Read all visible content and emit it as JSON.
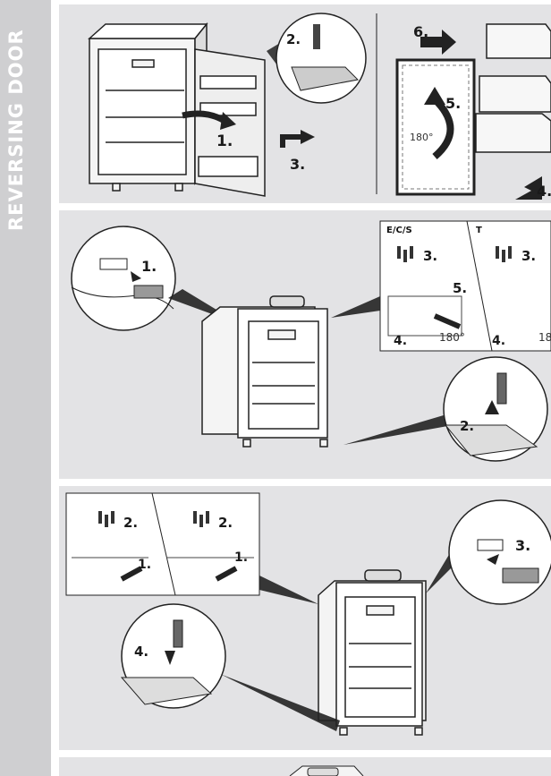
{
  "sidebar": {
    "title": "REVERSING DOOR"
  },
  "colors": {
    "sidebar": "#cfcfd1",
    "panel": "#e3e3e5",
    "ink": "#1a1a1a"
  },
  "panel1": {
    "steps": [
      "1.",
      "2.",
      "3.",
      "5.",
      "6.",
      "4."
    ],
    "angle": "180°"
  },
  "panel2": {
    "steps": [
      "1.",
      "2."
    ],
    "inset_left_title": "E/C/S",
    "inset_right_title": "T",
    "inset_left_steps": [
      "3.",
      "5.",
      "4."
    ],
    "inset_right_steps": [
      "3.",
      "4."
    ],
    "angle_left": "180°",
    "angle_right": "18"
  },
  "panel3": {
    "inset_left_steps": [
      "2.",
      "1."
    ],
    "inset_right_steps": [
      "2.",
      "1."
    ],
    "steps": [
      "3.",
      "4."
    ]
  }
}
